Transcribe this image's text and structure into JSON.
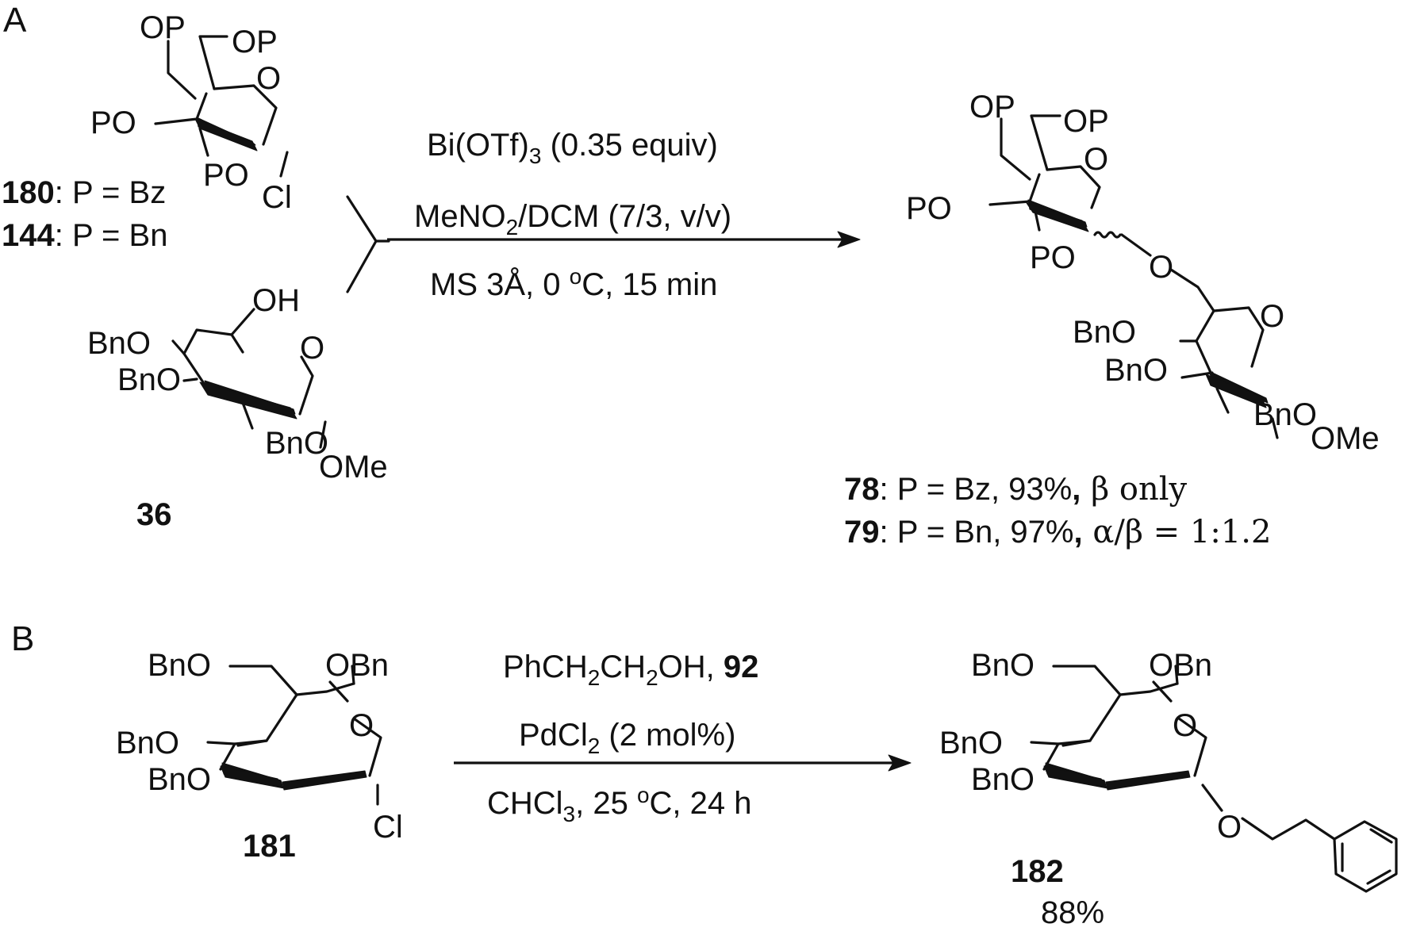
{
  "panels": {
    "a": "A",
    "b": "B"
  },
  "compounds": {
    "c180": {
      "id": "180",
      "desc": ": P = Bz"
    },
    "c144": {
      "id": "144",
      "desc": ": P = Bn"
    },
    "c36": {
      "id": "36"
    },
    "c78": {
      "id": "78",
      "desc": ": P = Bz, 93%",
      "sep": ",",
      "sel": " β only"
    },
    "c79": {
      "id": "79",
      "desc": ": P = Bn, 97%",
      "sep": ",",
      "sel": " α/β = 1:1.2"
    },
    "c181": {
      "id": "181"
    },
    "c182": {
      "id": "182",
      "yield": "88%"
    }
  },
  "conditions_a": {
    "line1_a": "Bi(OTf)",
    "line1_sub": "3",
    "line1_b": " (0.35 equiv)",
    "line2_a": "MeNO",
    "line2_sub": "2",
    "line2_b": "/DCM (7/3, v/v)",
    "line3_a": "MS 3Å, 0 ",
    "line3_sup": "o",
    "line3_b": "C, 15 min"
  },
  "conditions_b": {
    "line1_a": "PhCH",
    "line1_sub1": "2",
    "line1_b": "CH",
    "line1_sub2": "2",
    "line1_c": "OH, ",
    "line1_bold": "92",
    "line2_a": "PdCl",
    "line2_sub": "2",
    "line2_b": " (2 mol%)",
    "line3_a": "CHCl",
    "line3_sub": "3",
    "line3_b": ", 25 ",
    "line3_sup": "o",
    "line3_c": "C, 24 h"
  },
  "atoms": {
    "op": "OP",
    "po": "PO",
    "o": "O",
    "cl": "Cl",
    "oh": "OH",
    "bno": "BnO",
    "obn": "OBn",
    "ome": "OMe"
  }
}
